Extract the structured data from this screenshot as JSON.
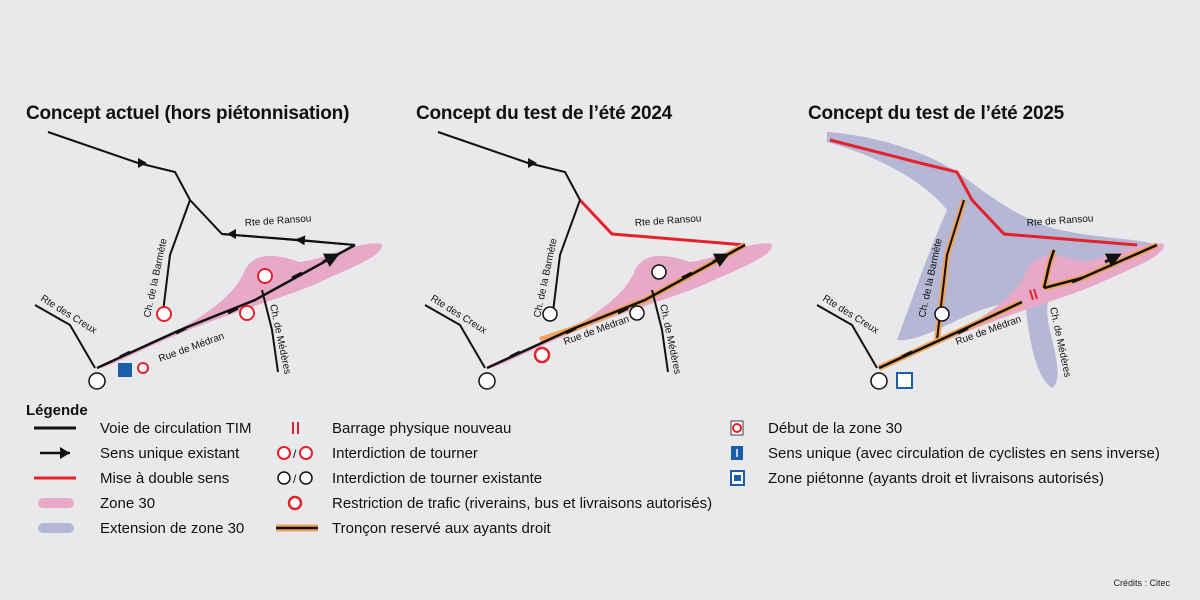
{
  "panels": [
    {
      "title": "Concept actuel (hors piétonnisation)"
    },
    {
      "title": "Concept du test de l’été 2024"
    },
    {
      "title": "Concept du test de l’été 2025"
    }
  ],
  "street_labels": {
    "rte_ransou": "Rte de Ransou",
    "barmette": "Ch. de la Barmète",
    "rte_creux": "Rte des Creux",
    "medran": "Rue de Médran",
    "mederes": "Ch. de Médères"
  },
  "legend": {
    "title": "Légende",
    "items": [
      {
        "label": "Voie de circulation TIM",
        "icon": "black-line-icon"
      },
      {
        "label": "Sens unique existant",
        "icon": "one-way-arrow-icon"
      },
      {
        "label": "Mise à double sens",
        "icon": "red-line-icon"
      },
      {
        "label": "Zone 30",
        "icon": "pink-zone-icon",
        "color": "#e8a9c8"
      },
      {
        "label": "Extension de zone 30",
        "icon": "lavender-zone-icon",
        "color": "#b5b7d4"
      },
      {
        "label": "Barrage physique nouveau",
        "icon": "barrier-icon"
      },
      {
        "label": "Interdiction de tourner",
        "icon": "no-turn-icon",
        "separator": "/"
      },
      {
        "label": "Interdiction de tourner existante",
        "icon": "existing-no-turn-icon",
        "separator": "/"
      },
      {
        "label": "Restriction de trafic (riverains, bus et livraisons autorisés)",
        "icon": "traffic-restriction-icon"
      },
      {
        "label": "Tronçon reservé aux ayants droit",
        "icon": "reserved-section-icon",
        "color": "#f0a35a"
      },
      {
        "label": "Début de la zone 30",
        "icon": "zone30-start-icon"
      },
      {
        "label": "Sens unique (avec circulation de cyclistes en sens inverse)",
        "icon": "one-way-cyclists-icon"
      },
      {
        "label": "Zone piétonne (ayants droit et livraisons autorisés)",
        "icon": "pedestrian-zone-icon"
      }
    ]
  },
  "colors": {
    "background": "#e9e9eb",
    "road": "#111111",
    "two_way": "#e5222b",
    "zone30": "#e8a9c8",
    "zone30_ext": "#b5b7d4",
    "reserved": "#f0a35a"
  },
  "credits": "Crédits : Citec"
}
